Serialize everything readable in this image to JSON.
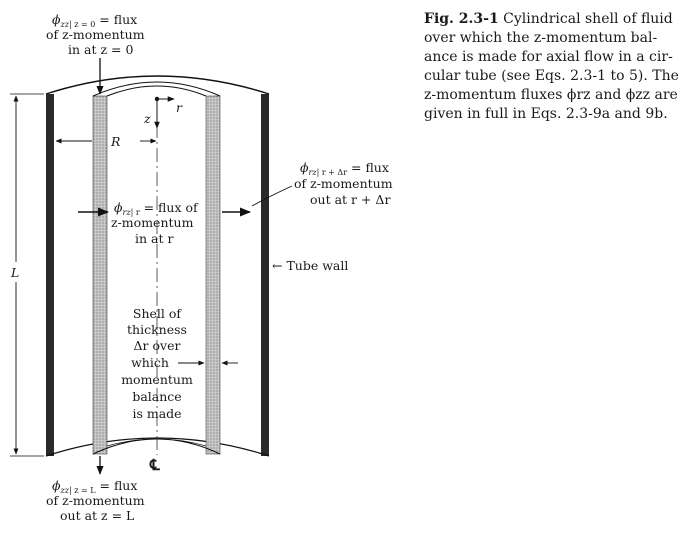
{
  "figure": {
    "top_flux": {
      "line1": "ϕ",
      "line1_sub": "zz",
      "line1_eval": "| z = 0",
      "line1_rest": " = flux",
      "line2": "of z-momentum",
      "line3": "in at z = 0"
    },
    "r_axis": "r",
    "z_axis": "z",
    "radius_label": "R",
    "out_flux": {
      "line1": "ϕ",
      "line1_sub": "rz",
      "line1_eval": "| r + Δr",
      "line1_rest": " = flux",
      "line2": "of z-momentum",
      "line3": "out at r + Δr"
    },
    "in_flux": {
      "line1": "ϕ",
      "line1_sub": "rz",
      "line1_eval": "| r",
      "line1_rest": " = flux of",
      "line2": "z-momentum",
      "line3": "in at r"
    },
    "length_label": "L",
    "tube_wall": "← Tube wall",
    "shell_note": [
      "Shell of",
      "thickness",
      "Δr over",
      "which",
      "momentum",
      "balance",
      "is made"
    ],
    "centerline": "℄",
    "bottom_flux": {
      "line1": "ϕ",
      "line1_sub": "zz",
      "line1_eval": "| z = L",
      "line1_rest": " = flux",
      "line2": "of z-momentum",
      "line3": "out at z = L"
    }
  },
  "caption": {
    "number": "Fig. 2.3-1",
    "lines": [
      "Cylindrical shell of fluid",
      "over which the z-momentum bal-",
      "ance is made for axial flow in a cir-",
      "cular tube (see Eqs. 2.3-1 to 5). The",
      "z-momentum fluxes ϕrz and ϕzz are",
      "given in full in Eqs. 2.3-9a and 9b."
    ]
  }
}
